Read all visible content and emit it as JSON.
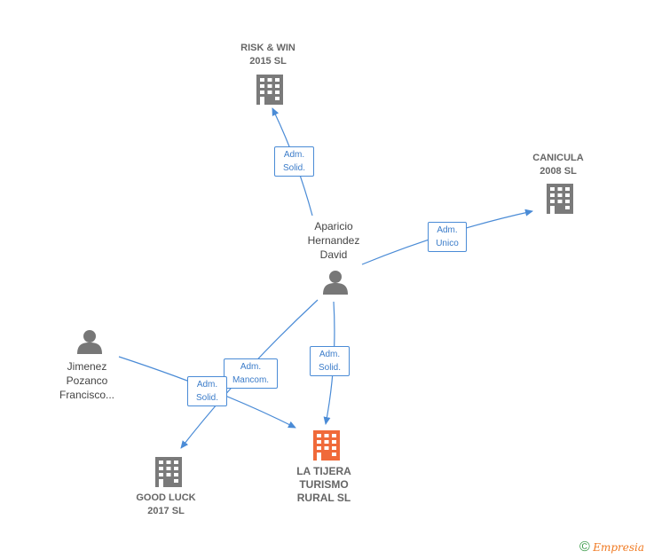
{
  "colors": {
    "edge": "#4a8bd6",
    "building": "#7a7a7a",
    "building_focus": "#f06a3a",
    "person": "#777777",
    "watermark_brand": "#f07a22"
  },
  "nodes": {
    "risk_win": {
      "line1": "RISK & WIN",
      "line2": "2015  SL",
      "icon": "building-icon"
    },
    "canicula": {
      "line1": "CANICULA",
      "line2": "2008 SL",
      "icon": "building-icon"
    },
    "aparicio": {
      "line1": "Aparicio",
      "line2": "Hernandez",
      "line3": "David",
      "icon": "person-icon"
    },
    "jimenez": {
      "line1": "Jimenez",
      "line2": "Pozanco",
      "line3": "Francisco...",
      "icon": "person-icon"
    },
    "good_luck": {
      "line1": "GOOD LUCK",
      "line2": "2017  SL",
      "icon": "building-icon"
    },
    "la_tijera": {
      "line1": "LA TIJERA",
      "line2": "TURISMO",
      "line3": "RURAL  SL",
      "icon": "building-icon"
    }
  },
  "edges": {
    "aparicio_risk": {
      "line1": "Adm.",
      "line2": "Solid."
    },
    "aparicio_canicula": {
      "line1": "Adm.",
      "line2": "Unico"
    },
    "aparicio_tijera": {
      "line1": "Adm.",
      "line2": "Solid."
    },
    "aparicio_goodluck": {
      "line1": "Adm.",
      "line2": "Mancom."
    },
    "jimenez_tijera": {
      "line1": "Adm.",
      "line2": "Solid."
    }
  },
  "watermark": {
    "symbol": "©",
    "brand": "Empresia"
  }
}
